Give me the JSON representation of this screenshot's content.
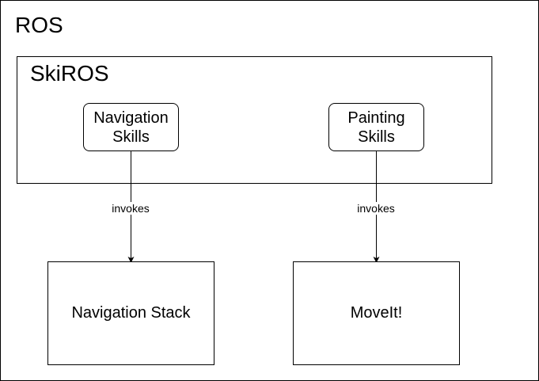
{
  "ros": {
    "label": "ROS"
  },
  "skiros": {
    "label": "SkiROS",
    "skills": [
      {
        "line1": "Navigation",
        "line2": "Skills"
      },
      {
        "line1": "Painting",
        "line2": "Skills"
      }
    ]
  },
  "edges": [
    {
      "label": "invokes"
    },
    {
      "label": "invokes"
    }
  ],
  "targets": [
    {
      "label": "Navigation Stack"
    },
    {
      "label": "MoveIt!"
    }
  ]
}
